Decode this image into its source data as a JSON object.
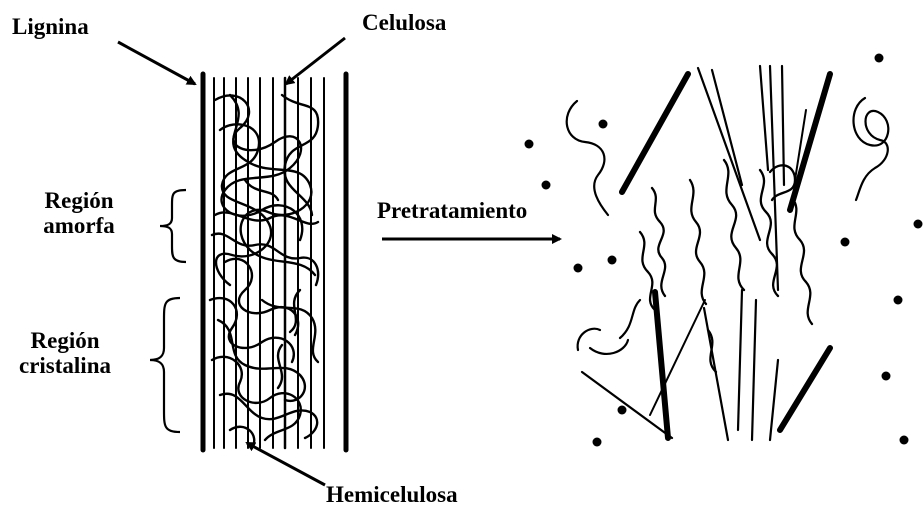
{
  "labels": {
    "lignina": "Lignina",
    "celulosa": "Celulosa",
    "region_amorfa_1": "Región",
    "region_amorfa_2": "amorfa",
    "region_cristalina_1": "Región",
    "region_cristalina_2": "cristalina",
    "pretratamiento": "Pretratamiento",
    "hemicelulosa": "Hemicelulosa"
  },
  "colors": {
    "ink": "#000000",
    "background": "#ffffff"
  }
}
